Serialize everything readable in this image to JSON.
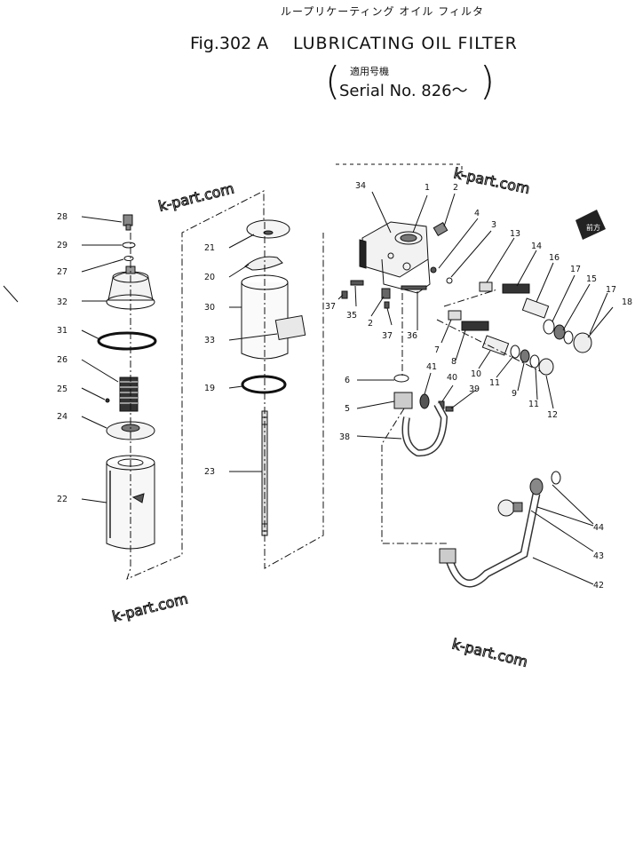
{
  "header": {
    "jp_title": "ループリケーティング オイル フィルタ",
    "fig": "Fig.302 A",
    "title": "LUBRICATING OIL FILTER",
    "serial_jp": "適用号機",
    "serial": "Serial No. 826～",
    "paren_open": "(",
    "paren_close": ")"
  },
  "watermark": "k-part.com",
  "labels": {
    "p1": "1",
    "p2": "2",
    "p2b": "2",
    "p3": "3",
    "p4": "4",
    "p5": "5",
    "p6": "6",
    "p7": "7",
    "p8": "8",
    "p9": "9",
    "p10": "10",
    "p11": "11",
    "p11b": "11",
    "p12": "12",
    "p13": "13",
    "p14": "14",
    "p15": "15",
    "p16": "16",
    "p17": "17",
    "p17b": "17",
    "p18": "18",
    "p19": "19",
    "p20": "20",
    "p21": "21",
    "p22": "22",
    "p23": "23",
    "p24": "24",
    "p25": "25",
    "p26": "26",
    "p27": "27",
    "p28": "28",
    "p29": "29",
    "p30": "30",
    "p31": "31",
    "p32": "32",
    "p33": "33",
    "p34": "34",
    "p35": "35",
    "p36": "36",
    "p37": "37",
    "p37b": "37",
    "p38": "38",
    "p39": "39",
    "p40": "40",
    "p41": "41",
    "p42": "42",
    "p43": "43",
    "p44": "44"
  },
  "front_mark": "前方"
}
